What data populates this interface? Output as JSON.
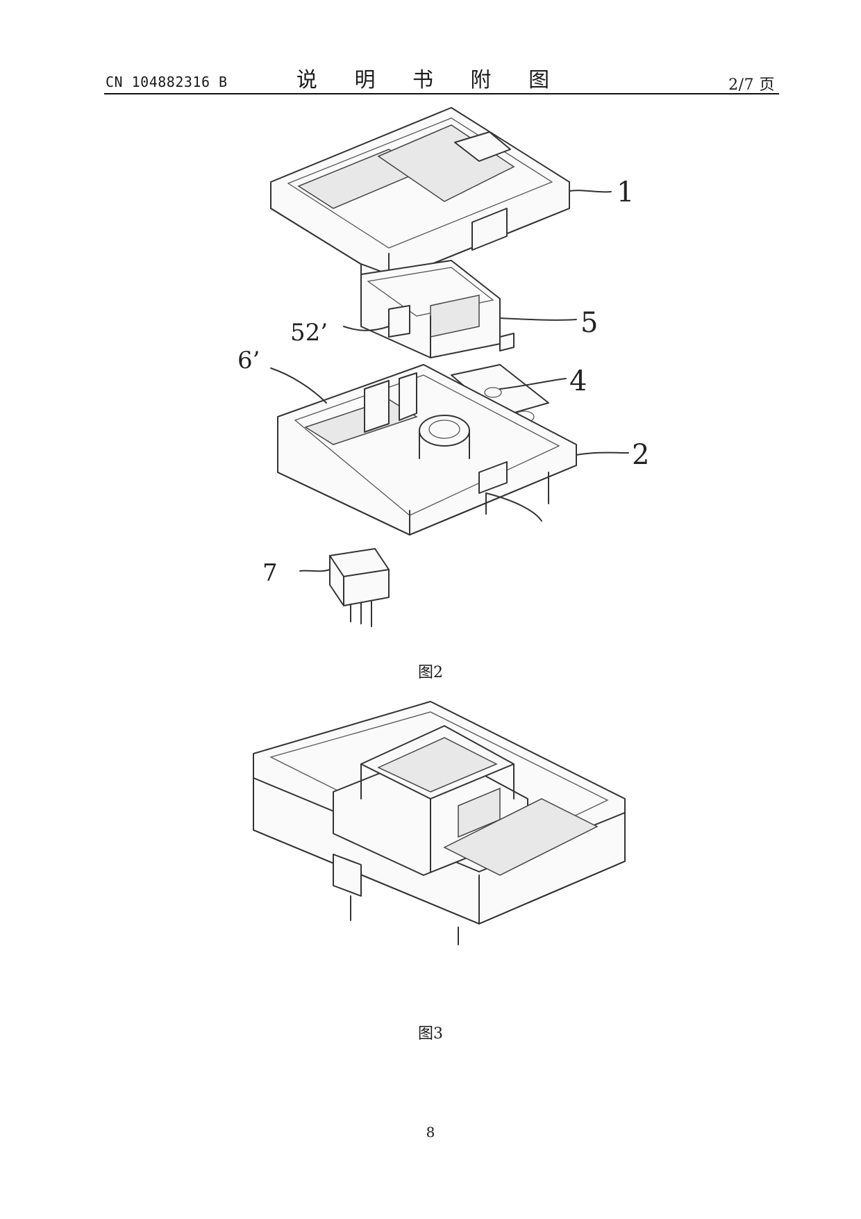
{
  "header": {
    "publication_number": "CN 104882316 B",
    "section_title": "说 明 书 附 图",
    "page_of": "2/7 页"
  },
  "figures": [
    {
      "caption": "图2",
      "part_labels": [
        "1",
        "5",
        "52’",
        "6’",
        "4",
        "2",
        "7"
      ]
    },
    {
      "caption": "图3"
    }
  ],
  "footer": {
    "page_number": "8"
  }
}
